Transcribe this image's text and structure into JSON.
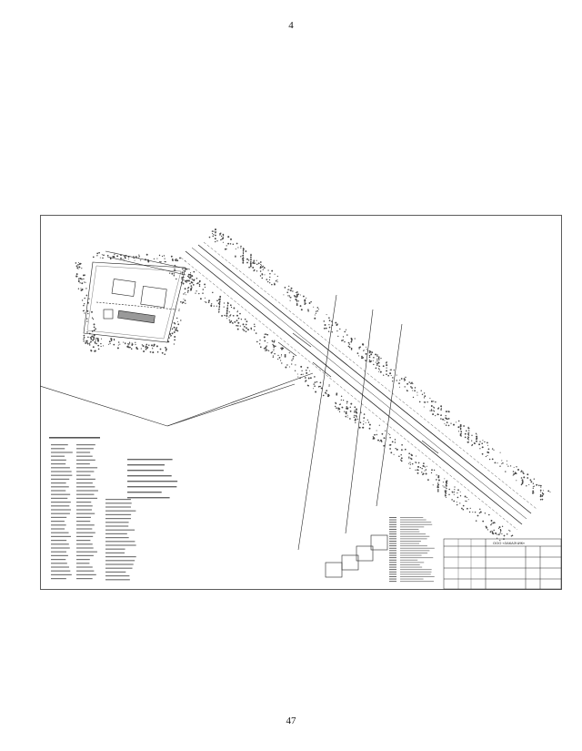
{
  "page": {
    "top_number": "4",
    "bottom_number": "47"
  },
  "drawing": {
    "title_block_code": "ООО «ЗАКАЗЧИК»"
  }
}
